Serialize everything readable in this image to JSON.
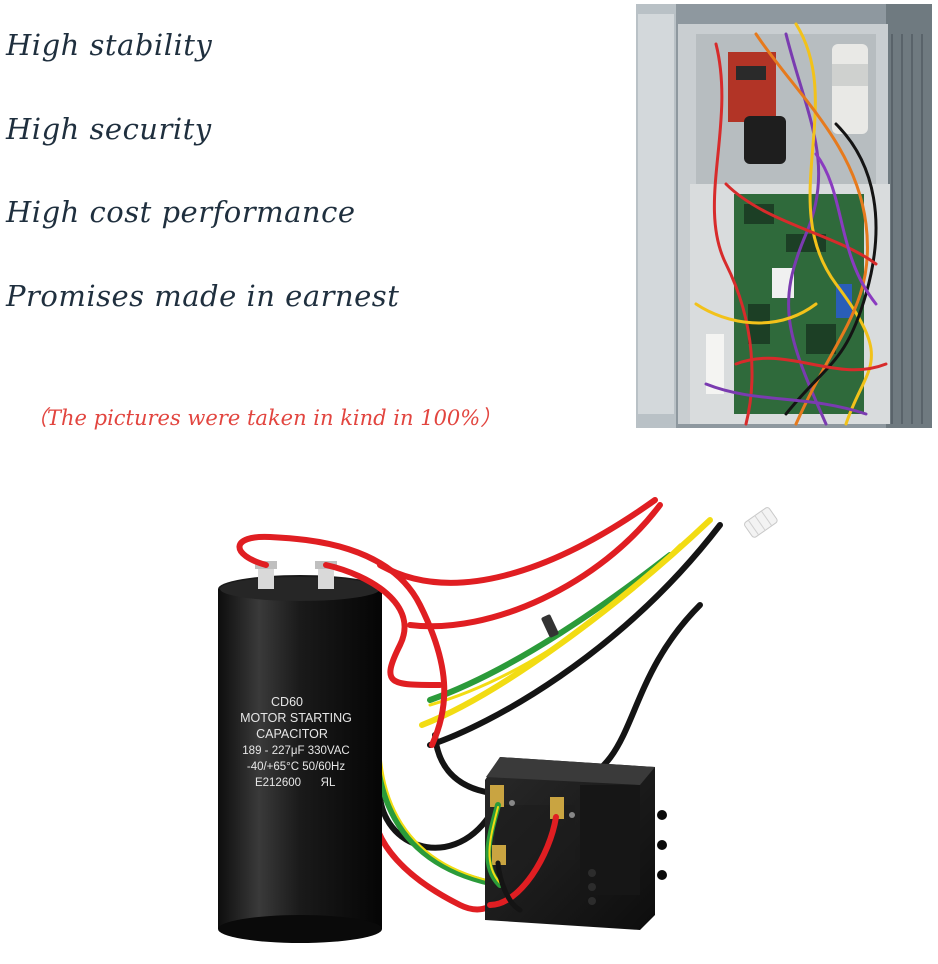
{
  "features": [
    "High stability",
    "High security",
    "High cost performance",
    "Promises made in earnest"
  ],
  "note": "（The pictures were taken in kind in 100%）",
  "capacitor_label": {
    "line1": "CD60",
    "line2": "MOTOR STARTING",
    "line3": "CAPACITOR",
    "line4": "189 - 227μF 330VAC",
    "line5": "-40/+65°C   50/60Hz",
    "line6": "E212600",
    "mark": "ЯL"
  },
  "colors": {
    "feature_text": "#1f2f3e",
    "note_text": "#e2453f",
    "wire_red": "#e01e22",
    "wire_yellow": "#f2dc13",
    "wire_green": "#2b9b3a",
    "wire_black": "#141414"
  }
}
